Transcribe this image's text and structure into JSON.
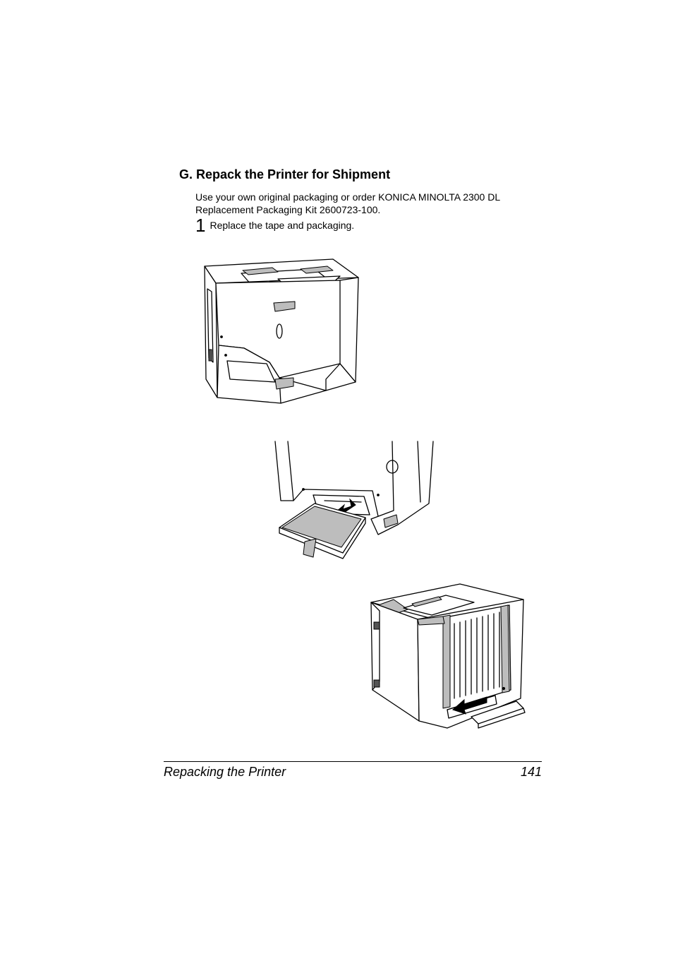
{
  "section": {
    "heading": "G. Repack the Printer for Shipment",
    "intro": "Use your own original packaging or order KONICA MINOLTA 2300 DL Replacement Packaging Kit 2600723-100."
  },
  "step": {
    "number": "1",
    "text": "Replace the tape and packaging."
  },
  "figures": [
    {
      "name": "printer-front-with-tape"
    },
    {
      "name": "lower-tray-insert"
    },
    {
      "name": "printer-rear-with-tape"
    }
  ],
  "footer": {
    "title": "Repacking the Printer",
    "page": "141"
  }
}
